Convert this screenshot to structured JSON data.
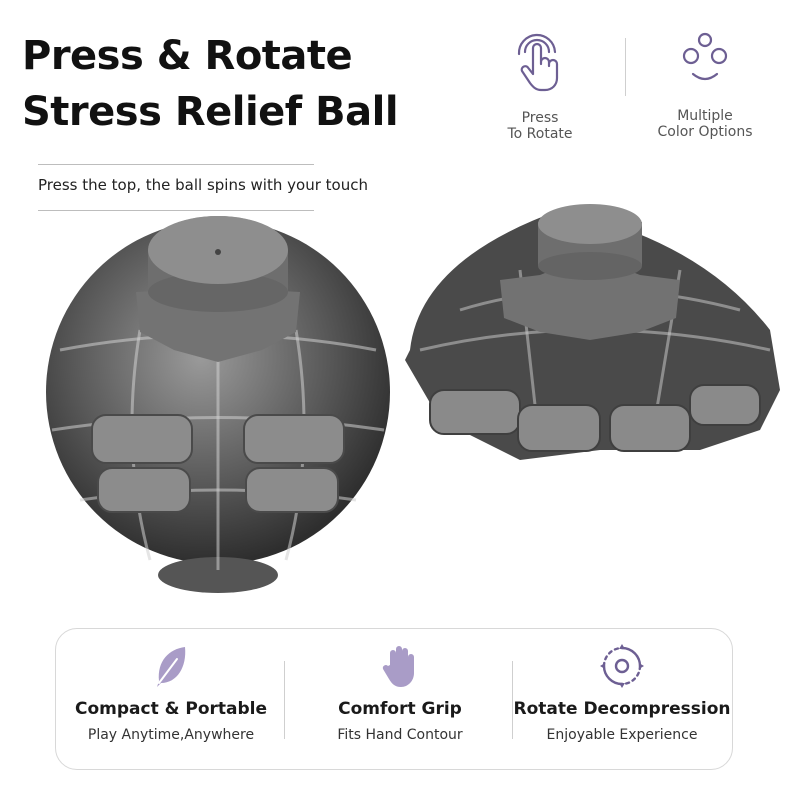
{
  "header": {
    "title_line1": "Press & Rotate",
    "title_line2": "Stress Relief Ball",
    "subtitle": "Press the top, the ball spins with your touch"
  },
  "top_features": [
    {
      "icon": "press-finger-icon",
      "line1": "Press",
      "line2": "To Rotate"
    },
    {
      "icon": "color-dots-icon",
      "line1": "Multiple",
      "line2": "Color Options"
    }
  ],
  "bottom_features": [
    {
      "icon": "feather-icon",
      "title": "Compact & Portable",
      "subtitle": "Play Anytime,Anywhere"
    },
    {
      "icon": "hand-icon",
      "title": "Comfort Grip",
      "subtitle": "Fits Hand Contour"
    },
    {
      "icon": "rotate-target-icon",
      "title": "Rotate Decompression",
      "subtitle": "Enjoyable Experience"
    }
  ],
  "colors": {
    "accent": "#7a6a9e",
    "accent_light": "#a99cc7",
    "product_gray": "#7d7d7d",
    "product_dark": "#3e3e3e"
  }
}
